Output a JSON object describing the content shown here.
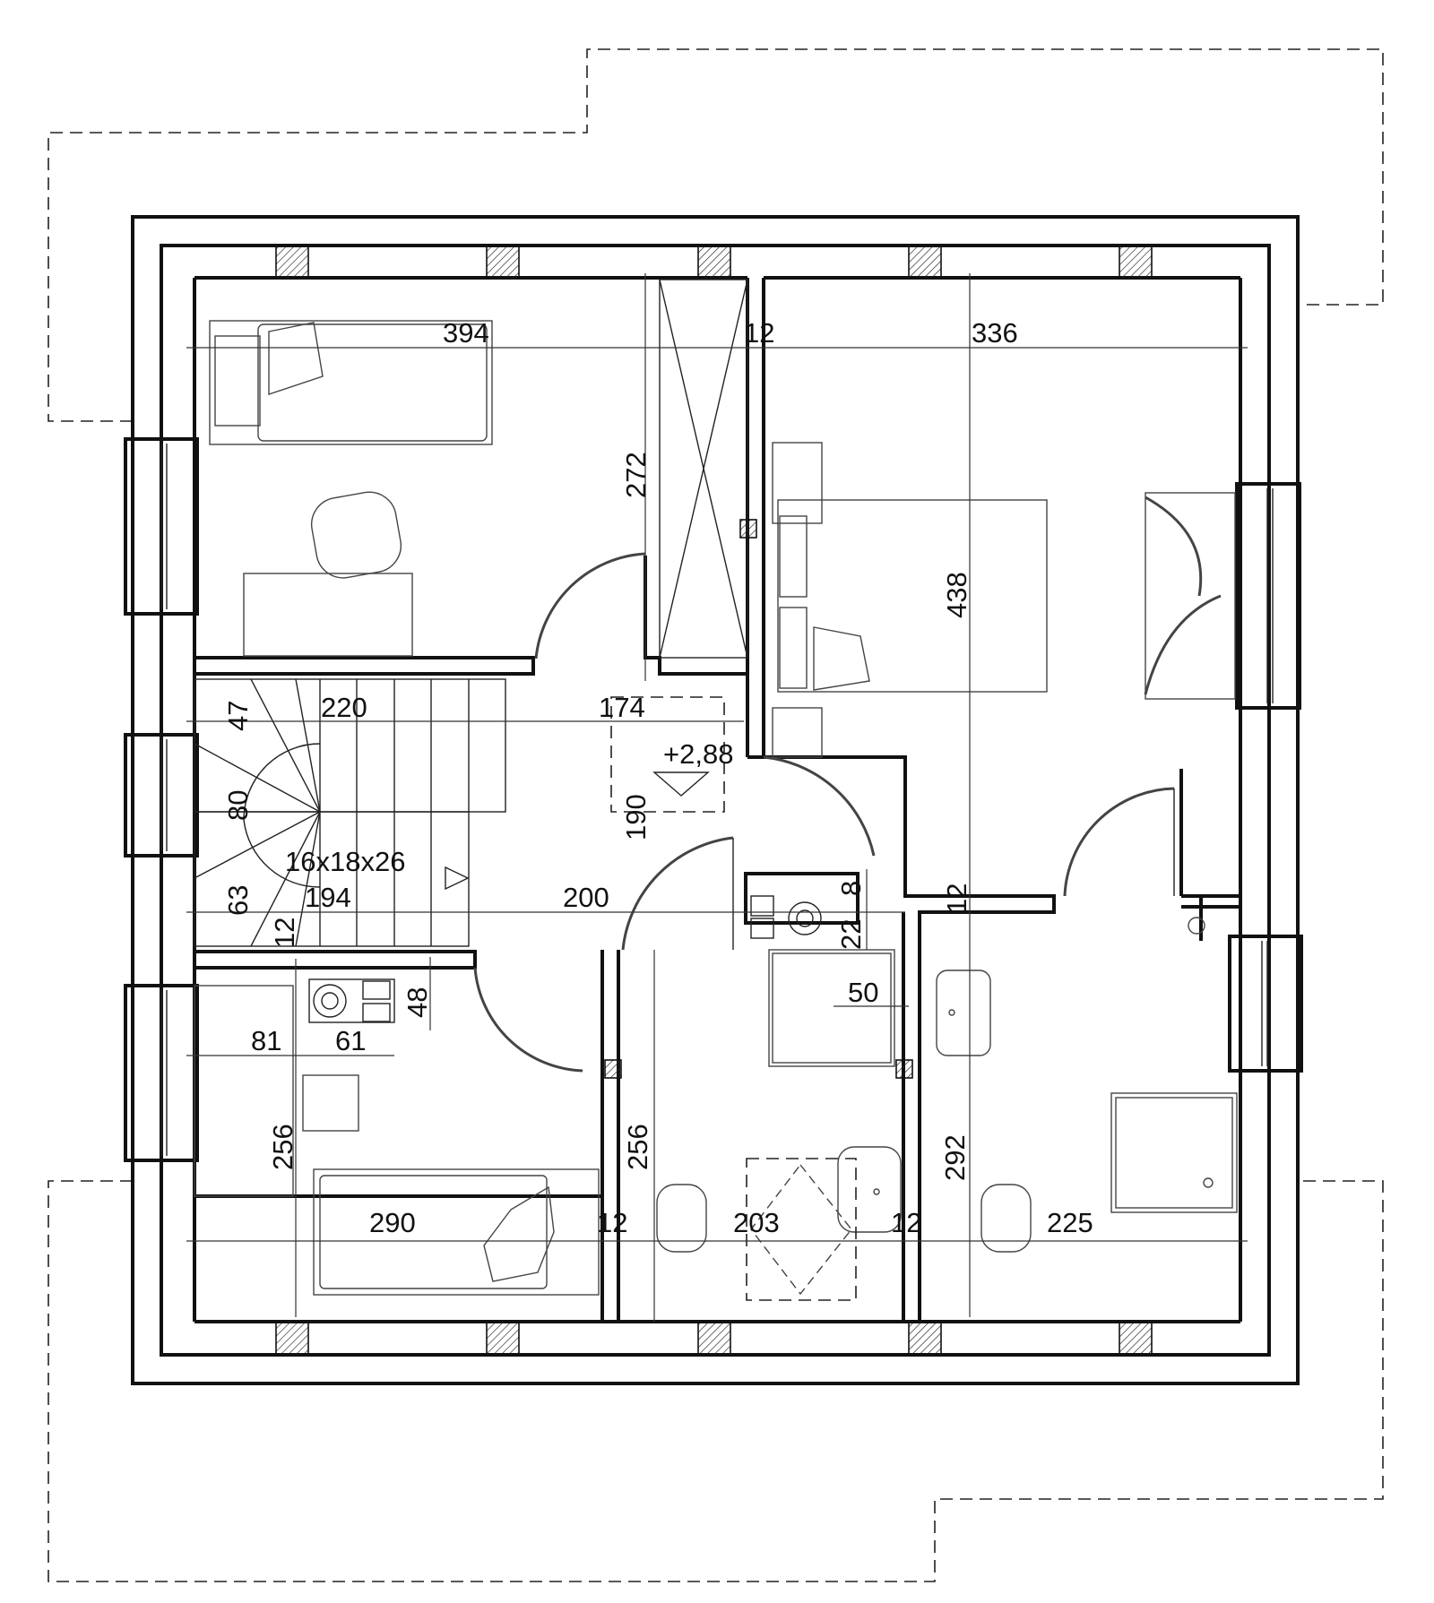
{
  "dimensions": {
    "room_nw_width": "394",
    "wall_nw_ne": "12",
    "room_ne_width": "336",
    "wardrobe_depth": "272",
    "bed_ne_length": "438",
    "stair_width_top": "220",
    "stair_offset_47": "47",
    "stair_offset_80": "80",
    "stair_offset_63": "63",
    "hall_width": "174",
    "hall_depth": "190",
    "level_mark": "+2,88",
    "stair_spec": "16x18x26",
    "stair_width_bottom": "194",
    "hall_length": "200",
    "wall_12_left": "12",
    "flue_48": "48",
    "room_sw_81": "81",
    "room_sw_61": "61",
    "room_sw_depth": "256",
    "room_sw_width": "290",
    "wall_12_sw": "12",
    "bath_depth": "256",
    "bath_width": "203",
    "wall_12_bath": "12",
    "shaft_22": "22",
    "shaft_8": "8",
    "wall_12_mid": "12",
    "shower_50": "50",
    "room_se_depth": "292",
    "room_se_width": "225"
  }
}
